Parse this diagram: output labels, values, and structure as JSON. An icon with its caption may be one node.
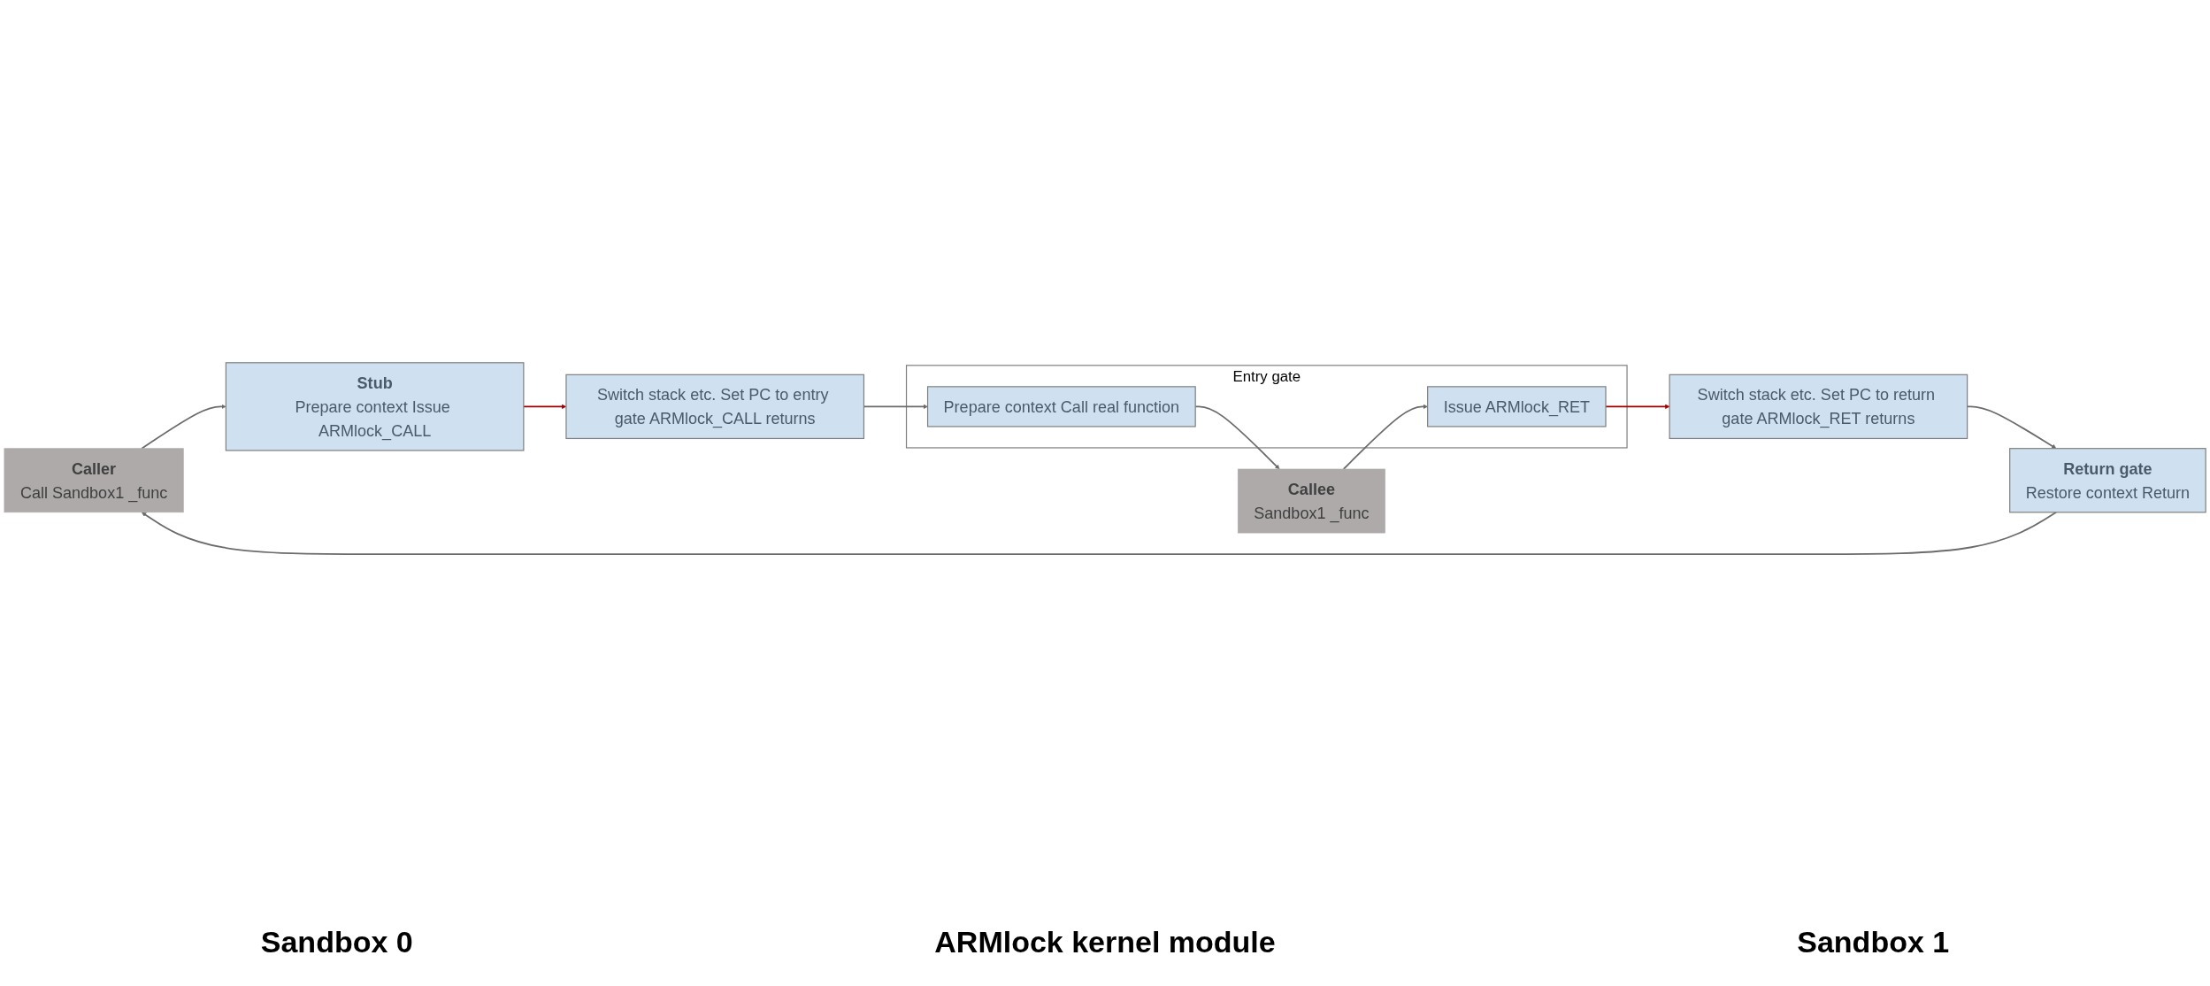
{
  "diagram": {
    "nodes": [
      {
        "text": [
          "Caller",
          "Call Sandbox1 _func"
        ]
      },
      {
        "text": [
          "Stub",
          "Prepare context Issue ARMlock_CALL"
        ]
      },
      {
        "text": [
          "Switch stack etc. Set PC to entry gate ARMlock_CALL returns"
        ]
      },
      {
        "text": [
          "Entry gate"
        ]
      },
      {
        "text": [
          "Prepare context Call real function"
        ],
        "in": 3
      },
      {
        "text": [
          "Issue ARMlock_RET"
        ],
        "in": 3
      },
      {
        "text": [
          "Callee",
          "Sandbox1 _func"
        ]
      },
      {
        "text": [
          "Switch stack etc. Set PC to return gate ARMlock_RET returns"
        ]
      },
      {
        "text": [
          "Return gate",
          "Restore context Return"
        ]
      }
    ],
    "edges": [
      {
        "from": 0,
        "to": 1,
        "arrow": "to"
      },
      {
        "from": 1,
        "to": 2,
        "arrow": "to",
        "color": "#a00000"
      },
      {
        "from": 2,
        "to": 4,
        "arrow": "to"
      },
      {
        "from": 4,
        "to": 6,
        "arrow": "to"
      },
      {
        "from": 6,
        "to": 5,
        "arrow": "to"
      },
      {
        "from": 5,
        "to": 7,
        "arrow": "to",
        "color": "#a00000"
      },
      {
        "from": 7,
        "to": 8,
        "arrow": "to"
      },
      {
        "from": 8,
        "to": 0,
        "arrow": "to"
      }
    ],
    "labels": [
      "Sandbox 0",
      "ARMlock kernel module",
      "Sandbox 1"
    ]
  }
}
